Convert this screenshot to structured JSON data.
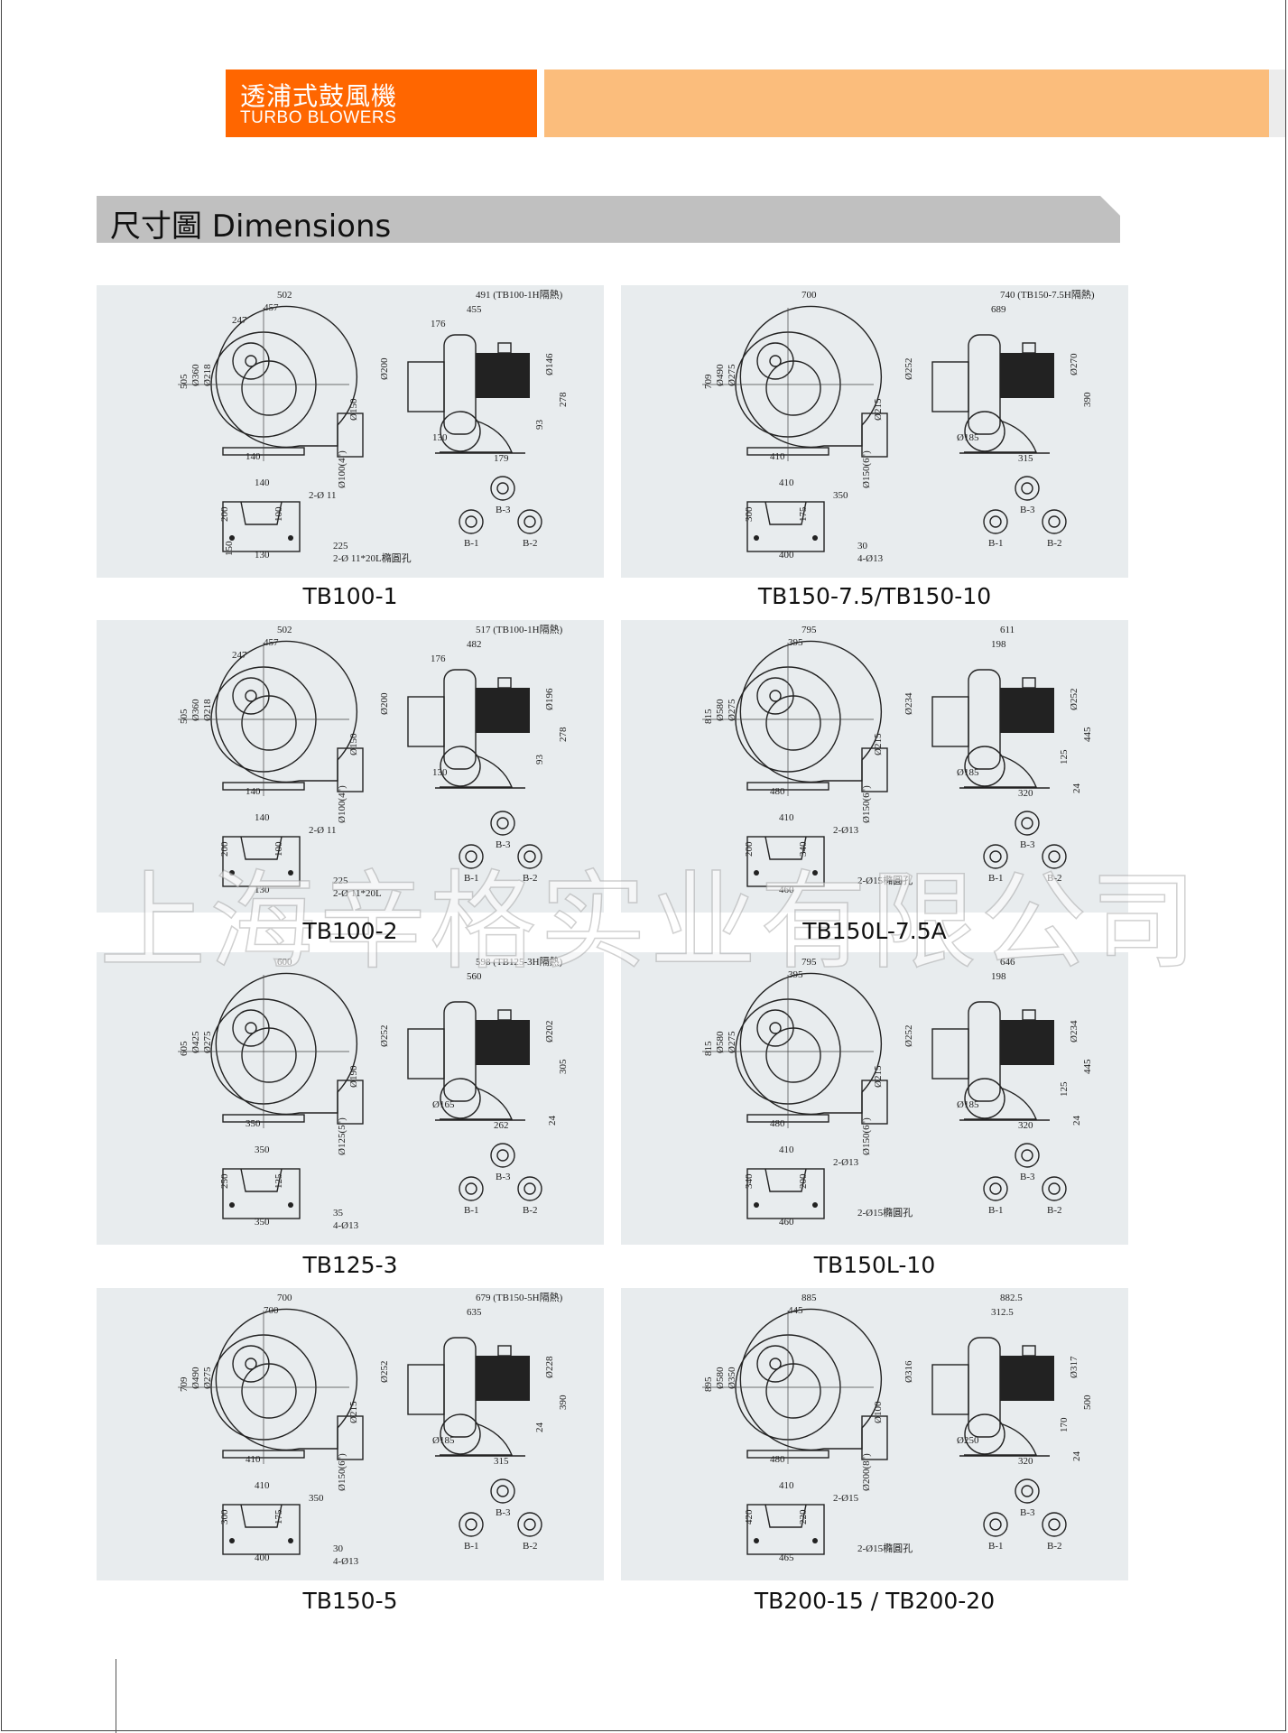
{
  "header": {
    "title_zh": "透浦式鼓風機",
    "title_en": "TURBO BLOWERS",
    "accent": "#ff6600",
    "accent_light": "#fbbd7c"
  },
  "section": {
    "title": "尺寸圖 Dimensions"
  },
  "watermark": "上海辛格实业有限公司",
  "mount_labels": [
    "B-1",
    "B-2",
    "B-3"
  ],
  "panels": [
    {
      "title": "TB100-1",
      "front": [
        "502",
        "457",
        "247",
        "505",
        "Ø360",
        "Ø218",
        "140",
        "Ø150",
        "Ø100(4\")"
      ],
      "side": [
        "491 (TB100-1H隔熱)",
        "455",
        "176",
        "Ø200",
        "Ø146",
        "278",
        "93",
        "179",
        "130"
      ],
      "base": [
        "140",
        "2-Ø 11",
        "200",
        "100",
        "130",
        "225",
        "2-Ø 11*20L橢圓孔",
        "150"
      ]
    },
    {
      "title": "TB150-7.5/TB150-10",
      "front": [
        "700",
        "",
        "",
        "709",
        "Ø490",
        "Ø275",
        "410",
        "Ø215",
        "Ø150(6\")"
      ],
      "side": [
        "740 (TB150-7.5H隔熱)",
        "689",
        "",
        "Ø252",
        "Ø270",
        "390",
        "",
        "315",
        "Ø185"
      ],
      "base": [
        "410",
        "350",
        "300",
        "175",
        "400",
        "30",
        "4-Ø13"
      ]
    },
    {
      "title": "TB100-2",
      "front": [
        "502",
        "457",
        "247",
        "505",
        "Ø360",
        "Ø218",
        "140",
        "Ø150",
        "Ø100(4\")"
      ],
      "side": [
        "517 (TB100-1H隔熱)",
        "482",
        "176",
        "Ø200",
        "Ø196",
        "278",
        "93",
        "",
        "130"
      ],
      "base": [
        "140",
        "2-Ø 11",
        "200",
        "100",
        "130",
        "225",
        "2-Ø 11*20L"
      ]
    },
    {
      "title": "TB150L-7.5A",
      "front": [
        "795",
        "395",
        "",
        "815",
        "Ø580",
        "Ø275",
        "480",
        "Ø215",
        "Ø150(6\")"
      ],
      "side": [
        "611",
        "198",
        "",
        "Ø234",
        "Ø252",
        "445",
        "125",
        "320",
        "Ø185",
        "24"
      ],
      "base": [
        "410",
        "2-Ø13",
        "200",
        "340",
        "460",
        "2-Ø15橢圓孔"
      ]
    },
    {
      "title": "TB125-3",
      "front": [
        "600",
        "",
        "",
        "605",
        "Ø425",
        "Ø275",
        "350",
        "Ø190",
        "Ø125(5\")"
      ],
      "side": [
        "598 (TB125-3H隔熱)",
        "560",
        "",
        "Ø252",
        "Ø202",
        "305",
        "",
        "262",
        "Ø165",
        "24"
      ],
      "base": [
        "350",
        "",
        "250",
        "125",
        "350",
        "35",
        "4-Ø13"
      ]
    },
    {
      "title": "TB150L-10",
      "front": [
        "795",
        "395",
        "",
        "815",
        "Ø580",
        "Ø275",
        "480",
        "Ø215",
        "Ø150(6\")"
      ],
      "side": [
        "646",
        "198",
        "",
        "Ø252",
        "Ø234",
        "445",
        "125",
        "320",
        "Ø185",
        "24"
      ],
      "base": [
        "410",
        "2-Ø13",
        "340",
        "200",
        "460",
        "2-Ø15橢圓孔"
      ]
    },
    {
      "title": "TB150-5",
      "front": [
        "700",
        "700",
        "",
        "709",
        "Ø490",
        "Ø275",
        "410",
        "Ø215",
        "Ø150(6\")"
      ],
      "side": [
        "679 (TB150-5H隔熱)",
        "635",
        "",
        "Ø252",
        "Ø228",
        "390",
        "24",
        "315",
        "Ø185"
      ],
      "base": [
        "410",
        "350",
        "300",
        "175",
        "400",
        "30",
        "4-Ø13"
      ]
    },
    {
      "title": "TB200-15 / TB200-20",
      "front": [
        "885",
        "445",
        "",
        "895",
        "Ø580",
        "Ø350",
        "480",
        "Ø100",
        "Ø200(8\")"
      ],
      "side": [
        "882.5",
        "312.5",
        "",
        "Ø316",
        "Ø317",
        "500",
        "170",
        "320",
        "Ø250",
        "24"
      ],
      "base": [
        "410",
        "2-Ø15",
        "420",
        "220",
        "465",
        "2-Ø15橢圓孔"
      ]
    }
  ]
}
